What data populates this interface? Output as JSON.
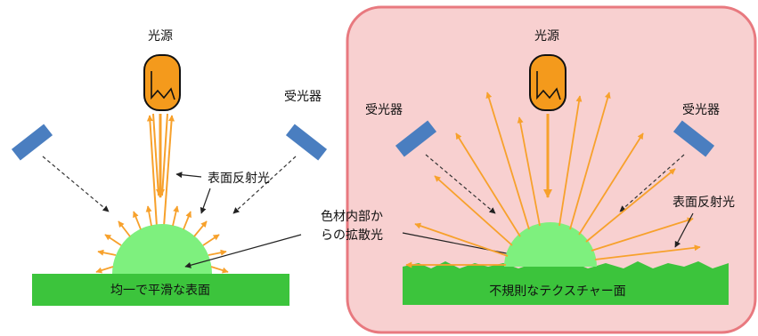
{
  "left_panel": {
    "light_source_label": "光源",
    "surface_reflection_label": "表面反射光",
    "diffuse_label_line1": "色材内部か",
    "diffuse_label_line2": "らの拡散光",
    "surface_caption": "均一で平滑な表面"
  },
  "right_panel": {
    "light_source_label": "光源",
    "receiver_left_label": "受光器",
    "receiver_right_label": "受光器",
    "surface_reflection_label": "表面反射光",
    "surface_caption": "不規則なテクスチャー面"
  },
  "receiver_label_left_panel": "受光器",
  "colors": {
    "light_ray": "#f7a12c",
    "light_source_fill": "#f49a1c",
    "receiver": "#4a7ec0",
    "surface": "#3cc43c",
    "dome": "#7ef07e",
    "panel_fill": "#f8d0d0",
    "panel_border": "#e8797f"
  },
  "icons": [
    "light-bulb-icon",
    "receiver-sensor-icon"
  ]
}
